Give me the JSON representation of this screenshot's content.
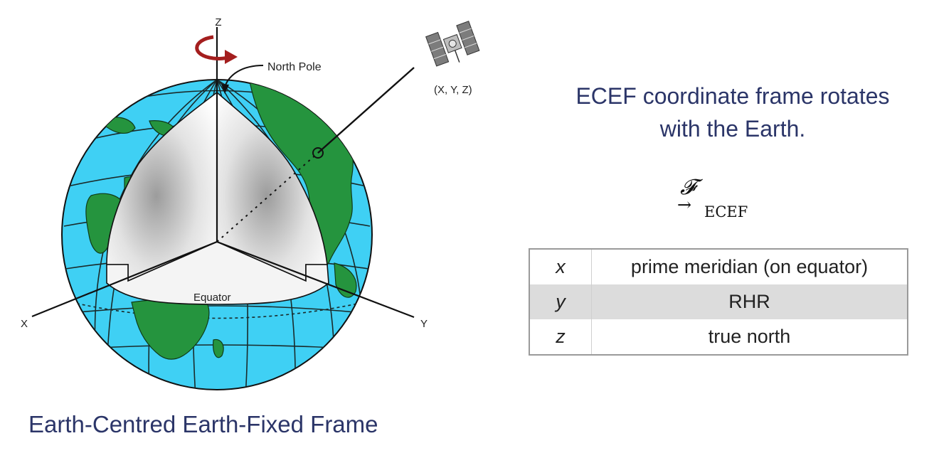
{
  "diagram": {
    "caption": "Earth-Centred Earth-Fixed Frame",
    "labels": {
      "z_axis": "Z",
      "x_axis": "X",
      "y_axis": "Y",
      "north_pole": "North Pole",
      "equator": "Equator",
      "satellite_position": "(X, Y, Z)"
    }
  },
  "heading": {
    "line1": "ECEF coordinate frame rotates",
    "line2": "with the Earth."
  },
  "frame_symbol": {
    "script": "𝓕",
    "arrow": "→",
    "subscript": "ECEF"
  },
  "axis_table": {
    "rows": [
      {
        "axis": "x",
        "description": "prime meridian (on equator)"
      },
      {
        "axis": "y",
        "description": "RHR"
      },
      {
        "axis": "z",
        "description": "true north"
      }
    ]
  },
  "colors": {
    "ocean": "#3fd0f4",
    "land": "#25943e",
    "rotation_arrow": "#a41e1e",
    "heading_text": "#2b3568"
  }
}
